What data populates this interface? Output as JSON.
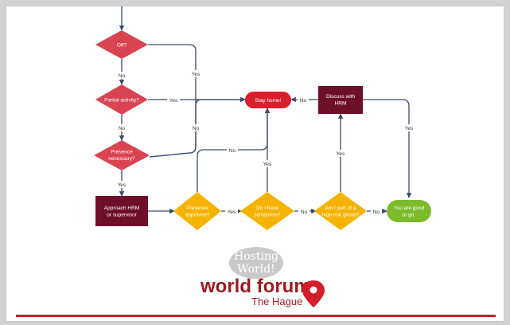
{
  "flowchart": {
    "nodes": {
      "off": "Off?",
      "partial": "Partial activity?",
      "presence_necessary": [
        "Presence",
        "necessary?"
      ],
      "approach_hrm": [
        "Approach HRM",
        "or supervisor"
      ],
      "presence_approved": [
        "Presence",
        "approved?"
      ],
      "symptoms": [
        "Do I have",
        "symptoms?"
      ],
      "risk_group": [
        "Am I part of a",
        "high-risk group?"
      ],
      "good_to_go": [
        "You are good",
        "to go."
      ],
      "stay_home": "Stay home!",
      "discuss_hrm": [
        "Discuss with",
        "HRM"
      ]
    },
    "edge_labels": {
      "yes": "Yes",
      "no": "No"
    }
  },
  "logo": {
    "watermark_line1": "Hosting",
    "watermark_line2": "World!",
    "title": "world forum",
    "subtitle": "The Hague"
  },
  "colors": {
    "decision_red": "#d94452",
    "decision_yellow": "#f5b300",
    "process_dark": "#6e0f2a",
    "terminal_green": "#7dbb2c",
    "brand_red": "#c62127"
  }
}
